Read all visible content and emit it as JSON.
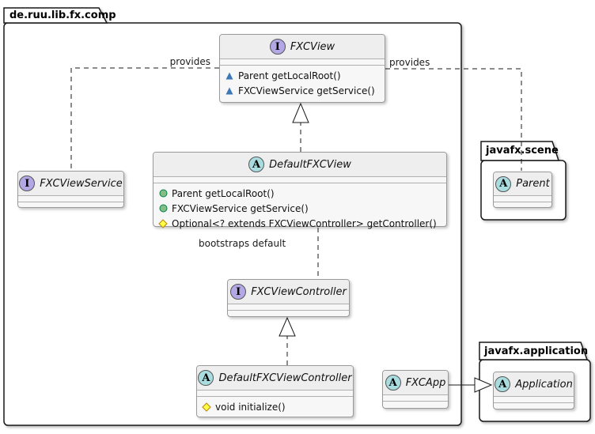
{
  "diagram": {
    "packages": {
      "main": {
        "label": "de.ruu.lib.fx.comp"
      },
      "scene": {
        "label": "javafx.scene"
      },
      "application": {
        "label": "javafx.application"
      }
    },
    "classes": {
      "fxcview": {
        "name": "FXCView",
        "kind": "interface",
        "spot": "I",
        "methods": [
          {
            "visibility": "package-private",
            "text": "Parent getLocalRoot()"
          },
          {
            "visibility": "package-private",
            "text": "FXCViewService getService()"
          }
        ]
      },
      "fxcviewservice": {
        "name": "FXCViewService",
        "kind": "interface",
        "spot": "I",
        "methods": []
      },
      "defaultfxcview": {
        "name": "DefaultFXCView",
        "kind": "abstract",
        "spot": "A",
        "methods": [
          {
            "visibility": "public",
            "text": "Parent getLocalRoot()"
          },
          {
            "visibility": "public",
            "text": "FXCViewService getService()"
          },
          {
            "visibility": "protected",
            "text": "Optional<? extends FXCViewController> getController()"
          }
        ]
      },
      "fxcviewcontroller": {
        "name": "FXCViewController",
        "kind": "interface",
        "spot": "I",
        "methods": []
      },
      "defaultfxcviewcontroller": {
        "name": "DefaultFXCViewController",
        "kind": "abstract",
        "spot": "A",
        "methods": [
          {
            "visibility": "protected",
            "text": "void initialize()"
          }
        ]
      },
      "fxcapp": {
        "name": "FXCApp",
        "kind": "abstract",
        "spot": "A",
        "methods": []
      },
      "parent": {
        "name": "Parent",
        "kind": "abstract",
        "spot": "A",
        "methods": []
      },
      "application": {
        "name": "Application",
        "kind": "abstract",
        "spot": "A",
        "methods": []
      }
    },
    "edges": {
      "provides_left": {
        "label": "provides",
        "type": "dashed"
      },
      "provides_right": {
        "label": "provides",
        "type": "dashed"
      },
      "realization_view": {
        "label": "",
        "type": "dashed-triangle"
      },
      "bootstraps": {
        "label": "bootstraps default",
        "type": "dashed"
      },
      "realization_controller": {
        "label": "",
        "type": "dashed-triangle"
      },
      "extends_application": {
        "label": "",
        "type": "solid-triangle"
      }
    },
    "colors": {
      "interface_icon": "#B4A7E5",
      "abstract_icon": "#A9DCDF",
      "header_bg": "#EEEEEE",
      "body_bg": "#F7F7F7",
      "visibility_public": "#84BE84",
      "visibility_public_border": "#038048",
      "visibility_protected": "#FFFF44",
      "visibility_protected_border": "#B8860B",
      "visibility_package": "#3C78B5"
    }
  }
}
